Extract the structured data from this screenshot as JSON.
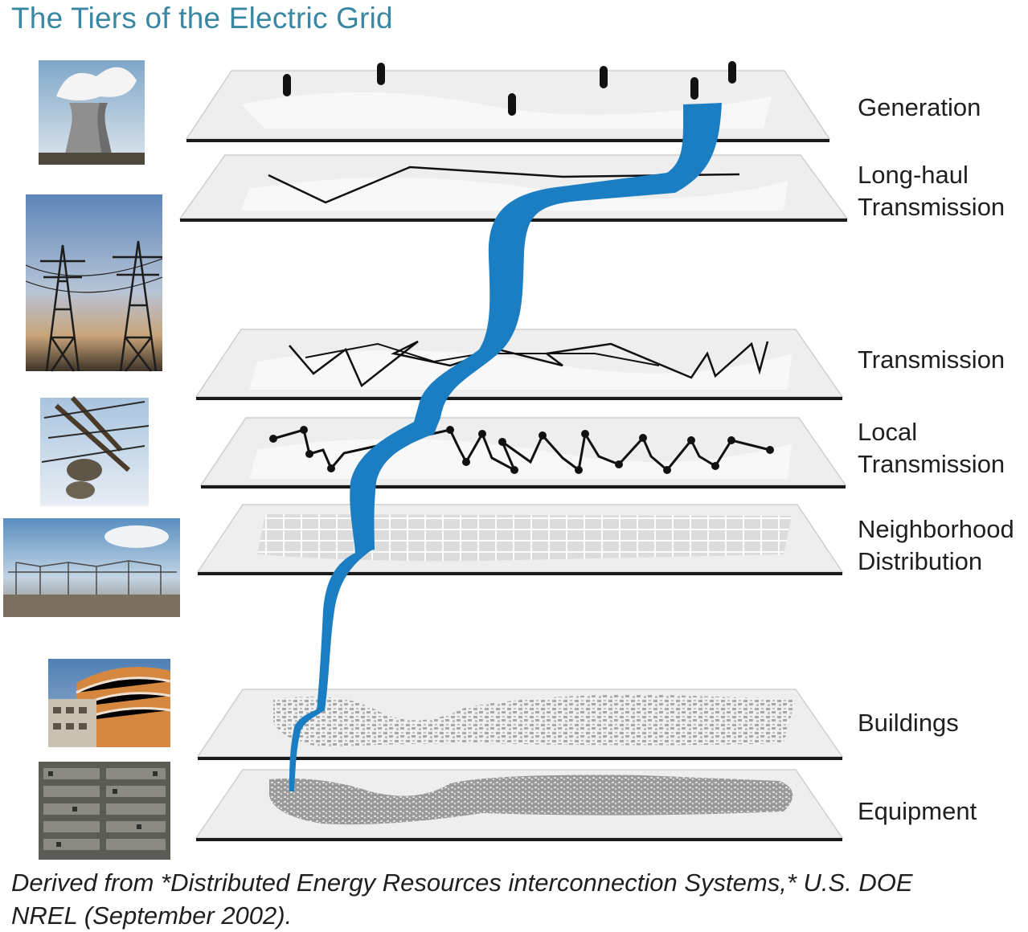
{
  "title": "The Tiers of the Electric Grid",
  "colors": {
    "title": "#3a87a3",
    "flow": "#1b7ec2",
    "plane_fill": "#eeeeee",
    "plane_edge": "#1a1a1a"
  },
  "tiers": [
    {
      "id": "generation",
      "label_lines": [
        "Generation"
      ],
      "photo": "cooling-tower-photo"
    },
    {
      "id": "long-haul-transmission",
      "label_lines": [
        "Long-haul",
        "Transmission"
      ],
      "photo": "transmission-towers-photo"
    },
    {
      "id": "transmission",
      "label_lines": [
        "Transmission"
      ],
      "photo": null
    },
    {
      "id": "local-transmission",
      "label_lines": [
        "Local",
        "Transmission"
      ],
      "photo": "utility-pole-photo"
    },
    {
      "id": "neighborhood-distribution",
      "label_lines": [
        "Neighborhood",
        "Distribution"
      ],
      "photo": "substation-photo"
    },
    {
      "id": "buildings",
      "label_lines": [
        "Buildings"
      ],
      "photo": "building-photo"
    },
    {
      "id": "equipment",
      "label_lines": [
        "Equipment"
      ],
      "photo": "equipment-photo"
    }
  ],
  "caption": {
    "line1": "Derived from *Distributed Energy Resources interconnection Systems,* U.S. DOE",
    "line2": "NREL (September 2002)."
  }
}
